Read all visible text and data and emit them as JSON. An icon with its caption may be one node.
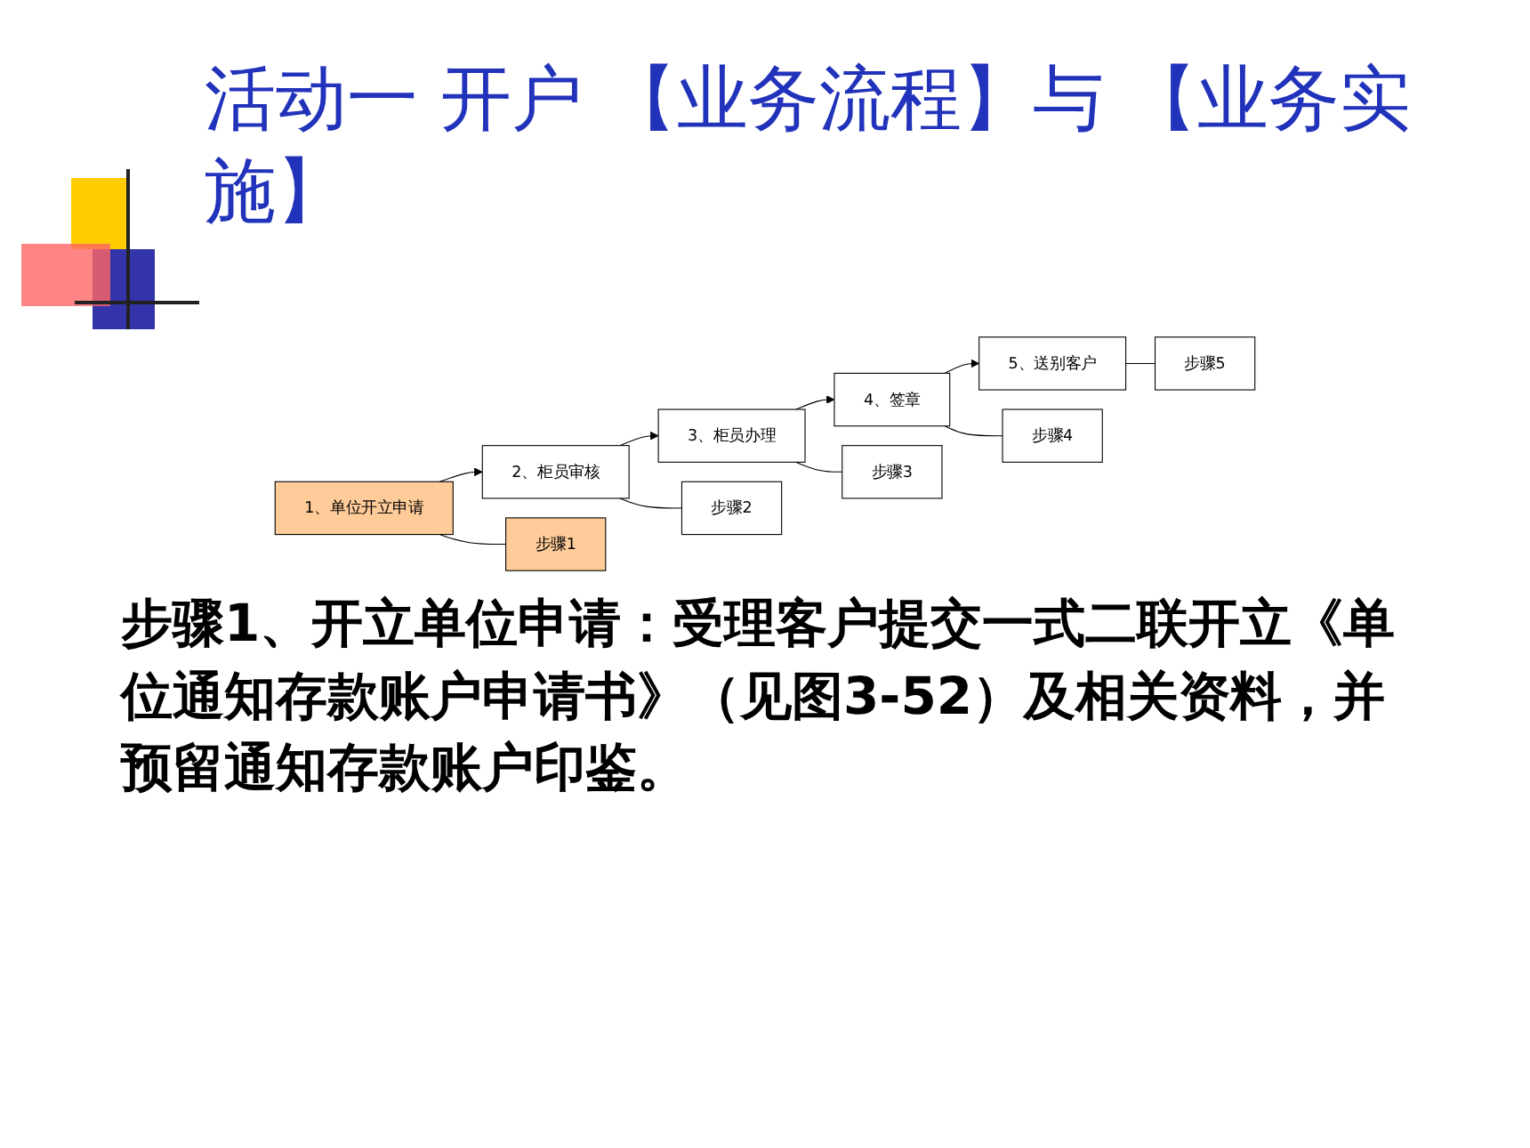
{
  "diagram": {
    "title": "活动一 开户 【业务流程】与 【业务实施】",
    "nodes": [
      {
        "text": [
          "1、单位开立申请"
        ]
      },
      {
        "text": [
          "2、柜员审核"
        ]
      },
      {
        "text": [
          "3、柜员办理"
        ]
      },
      {
        "text": [
          "4、签章"
        ]
      },
      {
        "text": [
          "5、送别客户"
        ]
      },
      {
        "text": [
          "步骤1"
        ]
      },
      {
        "text": [
          "步骤2"
        ]
      },
      {
        "text": [
          "步骤3"
        ]
      },
      {
        "text": [
          "步骤4"
        ]
      },
      {
        "text": [
          "步骤5"
        ]
      }
    ],
    "edges": [
      {
        "from": 0,
        "to": 1,
        "arrow": "to"
      },
      {
        "from": 1,
        "to": 2,
        "arrow": "to"
      },
      {
        "from": 2,
        "to": 3,
        "arrow": "to"
      },
      {
        "from": 3,
        "to": 4,
        "arrow": "to"
      },
      {
        "from": 0,
        "to": 5,
        "arrow": "none"
      },
      {
        "from": 1,
        "to": 6,
        "arrow": "none"
      },
      {
        "from": 2,
        "to": 7,
        "arrow": "none"
      },
      {
        "from": 3,
        "to": 8,
        "arrow": "none"
      },
      {
        "from": 4,
        "to": 9,
        "arrow": "none"
      }
    ],
    "labels": [
      "步骤1、开立单位申请：受理客户提交一式二联开立《单位通知存款账户申请书》（见图3-52）及相关资料，并预留通知存款账户印鉴。"
    ]
  }
}
